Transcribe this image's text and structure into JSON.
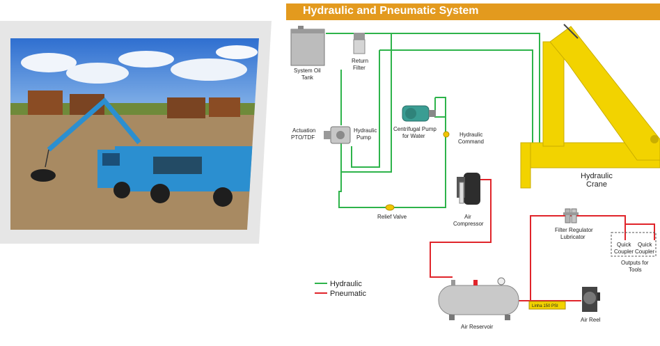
{
  "title": "Hydraulic and Pneumatic System",
  "colors": {
    "title_bar": "#e39a1e",
    "hydraulic": "#2db34a",
    "pneumatic": "#e0242a",
    "crane": "#f2d300",
    "truck": "#2b8fd0"
  },
  "components": {
    "system_oil_tank": [
      "System Oil",
      "Tank"
    ],
    "return_filter": [
      "Return",
      "Filter"
    ],
    "actuation": [
      "Actuation",
      "PTO/TDF"
    ],
    "hydraulic_pump": [
      "Hydraulic",
      "Pump"
    ],
    "centrifugal_pump": [
      "Centrifugal Pump",
      "for Water"
    ],
    "hydraulic_command": [
      "Hydraulic",
      "Command"
    ],
    "hydraulic_crane": [
      "Hydraulic",
      "Crane"
    ],
    "relief_valve": "Relief Valve",
    "air_compressor": [
      "Air",
      "Compressor"
    ],
    "filter_regulator": [
      "Filter Regulator",
      "Lubricator"
    ],
    "quick_coupler_1": [
      "Quick",
      "Coupler"
    ],
    "quick_coupler_2": [
      "Quick",
      "Coupler"
    ],
    "outputs_for_tools": [
      "Outputs for",
      "Tools"
    ],
    "air_reservoir": "Air Reservoir",
    "air_reel": "Air Reel",
    "reservoir_plate": "Linha 150 PSI"
  },
  "legend": {
    "hydraulic": "Hydraulic",
    "pneumatic": "Pneumatic"
  },
  "icons": {
    "photo": "truck-photo",
    "tank": "oil-tank-icon",
    "filter": "filter-icon",
    "pump": "hydraulic-pump-icon",
    "centrifugal": "centrifugal-pump-icon",
    "crane": "crane-icon",
    "compressor": "air-compressor-icon",
    "reservoir": "air-reservoir-icon",
    "reel": "air-reel-icon"
  }
}
